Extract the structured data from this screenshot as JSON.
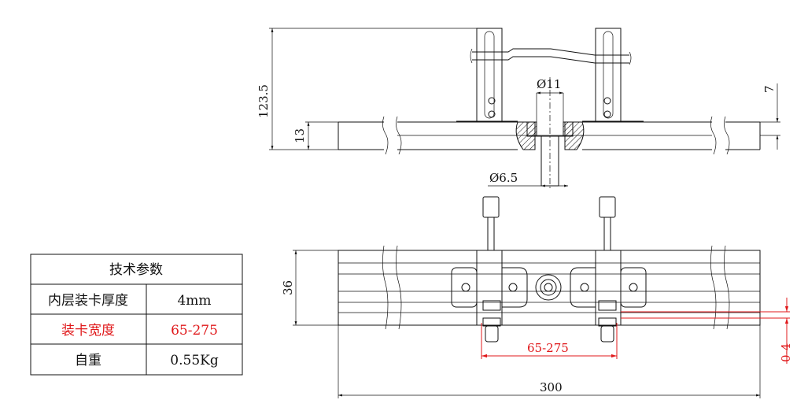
{
  "table": {
    "title": "技术参数",
    "rows": [
      {
        "label": "内层装卡厚度",
        "value": "4mm"
      },
      {
        "label": "装卡宽度",
        "value": "65-275"
      },
      {
        "label": "自重",
        "value": "0.55Kg"
      }
    ]
  },
  "dimensions": {
    "height_total": "123.5",
    "thickness": "13",
    "step": "7",
    "hole_large": "Ø11",
    "hole_small": "Ø6.5",
    "width": "36",
    "clamp_range": "65-275",
    "length": "300",
    "offset": "0-4"
  },
  "colors": {
    "line": "#111111",
    "highlight": "#e0191b"
  }
}
